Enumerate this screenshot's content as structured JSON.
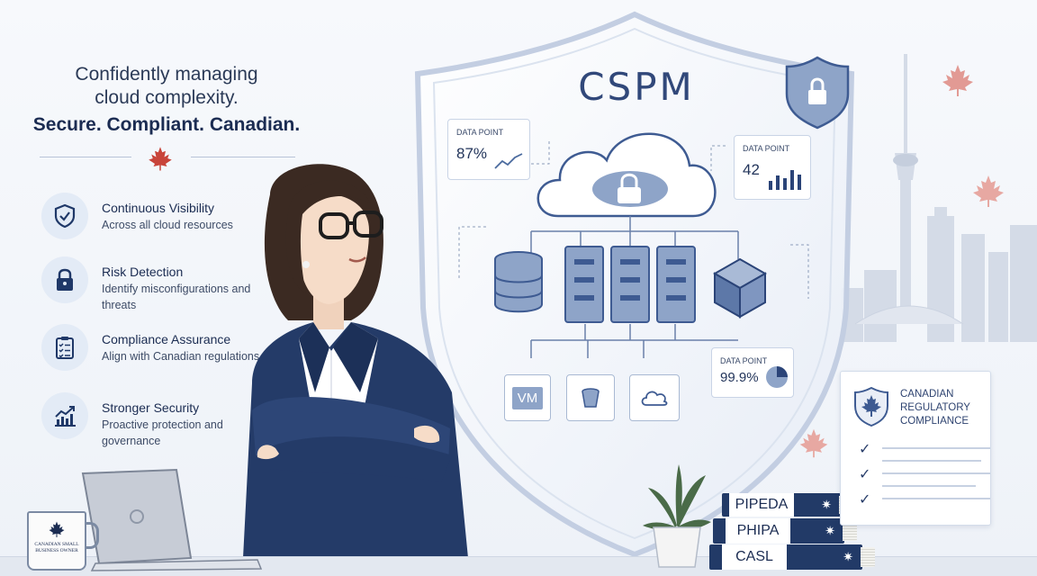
{
  "headline": {
    "line1": "Confidently managing",
    "line2": "cloud complexity.",
    "line3": "Secure. Compliant. Canadian."
  },
  "features": [
    {
      "icon": "shield-check-icon",
      "title": "Continuous Visibility",
      "desc": "Across all cloud resources"
    },
    {
      "icon": "lock-icon",
      "title": "Risk Detection",
      "desc": "Identify misconfigurations and threats"
    },
    {
      "icon": "checklist-icon",
      "title": "Compliance Assurance",
      "desc": "Align with Canadian regulations"
    },
    {
      "icon": "growth-chart-icon",
      "title": "Stronger Security",
      "desc": "Proactive protection and governance"
    }
  ],
  "shield": {
    "title": "CSPM",
    "data_points": [
      {
        "label": "DATA POINT",
        "value": "87%"
      },
      {
        "label": "DATA POINT",
        "value": "42"
      },
      {
        "label": "DATA POINT",
        "value": "99.9%"
      }
    ],
    "vm_label": "VM"
  },
  "regulatory_card": {
    "title": "CANADIAN REGULATORY COMPLIANCE"
  },
  "books": [
    "PIPEDA",
    "PHIPA",
    "CASL"
  ],
  "mug_text": "CANADIAN SMALL BUSINESS OWNER",
  "colors": {
    "navy": "#1b2c52",
    "shield_blue": "#8ea4c8",
    "maple_red": "#c8443a",
    "card_bg": "#ffffff"
  }
}
